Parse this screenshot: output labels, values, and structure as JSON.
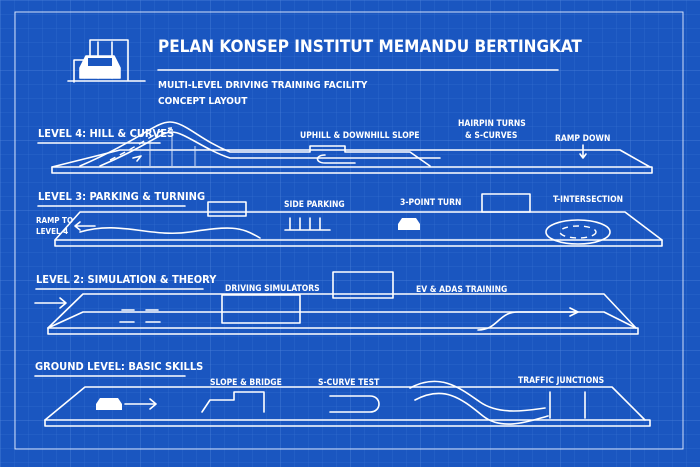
{
  "title": "PELAN KONSEP INSTITUT MEMANDU BERTINGKAT",
  "subtitle_line1": "MULTI-LEVEL DRIVING TRAINING FACILITY",
  "subtitle_line2": "CONCEPT LAYOUT",
  "colors": {
    "background": "#1a56c0",
    "line": "#ffffff",
    "grid": "#3b74d4"
  },
  "levels": [
    {
      "label": "LEVEL 4: HILL & CURVES",
      "callouts": [
        "UPHILL & DOWNHILL SLOPE",
        "HAIRPIN TURNS",
        "& S-CURVES",
        "RAMP DOWN"
      ]
    },
    {
      "label": "LEVEL 3: PARKING & TURNING",
      "callouts": [
        "SIDE PARKING",
        "3-POINT TURN",
        "T-INTERSECTION",
        "RAMP TO",
        "LEVEL 4"
      ]
    },
    {
      "label": "LEVEL 2: SIMULATION & THEORY",
      "callouts": [
        "DRIVING SIMULATORS",
        "EV & ADAS TRAINING"
      ]
    },
    {
      "label": "GROUND LEVEL: BASIC SKILLS",
      "callouts": [
        "SLOPE & BRIDGE",
        "S-CURVE TEST",
        "TRAFFIC JUNCTIONS"
      ]
    }
  ]
}
